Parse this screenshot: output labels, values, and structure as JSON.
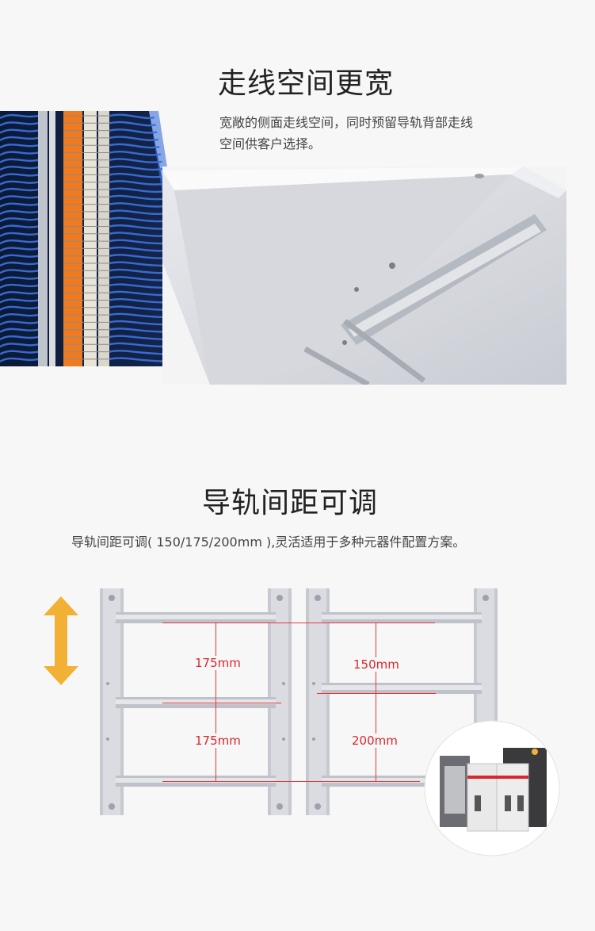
{
  "section1": {
    "title": "走线空间更宽",
    "desc_line1": "宽敞的侧面走线空间，同时预留导轨背部走线",
    "desc_line2": "空间供客户选择。"
  },
  "section2": {
    "title": "导轨间距可调",
    "desc": "导轨间距可调( 150/175/200mm ),灵活适用于多种元器件配置方案。",
    "left_panel": {
      "top_spacing": "175mm",
      "bottom_spacing": "175mm"
    },
    "right_panel": {
      "top_spacing": "150mm",
      "bottom_spacing": "200mm"
    }
  },
  "colors": {
    "accent_red": "#e8363a",
    "arrow_yellow": "#f2b134",
    "wire_blue": "#2f5fc8",
    "terminal_orange": "#f07a1f"
  },
  "icons": {
    "adjust_arrow": "double-vertical-arrow-icon"
  }
}
